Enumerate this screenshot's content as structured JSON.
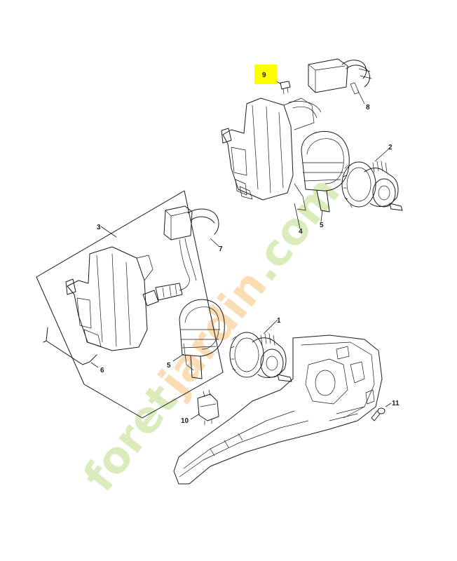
{
  "watermark": {
    "text_part1": "foret",
    "text_part2": "jardin",
    "text_part3": ".com"
  },
  "colors": {
    "highlight": "#ffff00",
    "watermark_green": "#bcdd86",
    "watermark_orange": "#f6c27a",
    "line": "#1a1a1a"
  },
  "callouts": {
    "p1": "1",
    "p2": "2",
    "p3": "3",
    "p4": "4",
    "p5a": "5",
    "p5b": "5",
    "p6": "6",
    "p7": "7",
    "p8": "8",
    "p9": "9",
    "p10": "10",
    "p11": "11"
  },
  "highlighted_part": "9"
}
